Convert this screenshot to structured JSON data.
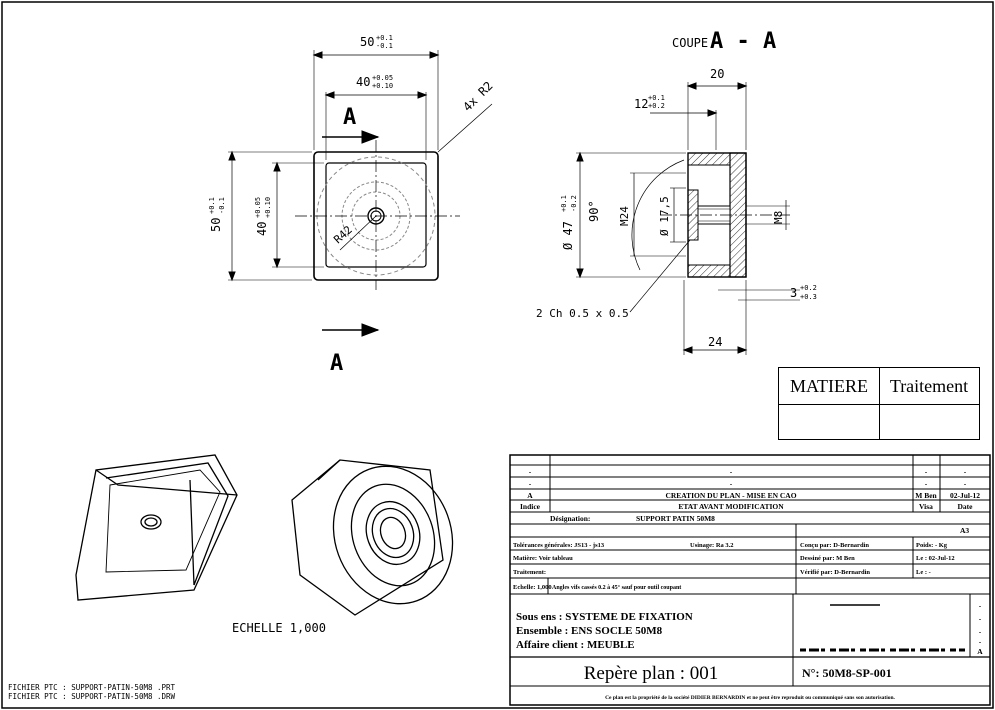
{
  "section_label": {
    "prefix": "COUPE",
    "name": "A - A"
  },
  "dims_top": {
    "width_outer": "50",
    "width_outer_tol": "+0.1\n-0.1",
    "width_inner": "40",
    "width_inner_tol": "+0.05\n+0.10",
    "corner": "4x R2"
  },
  "dims_top_left": {
    "height_outer": "50",
    "height_outer_tol": "+0.1\n-0.1",
    "height_inner": "40",
    "height_inner_tol": "+0.05\n+0.10",
    "radius": "R42"
  },
  "section_arrows": {
    "top": "A",
    "bottom": "A"
  },
  "dims_section": {
    "d20": "20",
    "d12": "12",
    "d12_tol": "+0.1\n+0.2",
    "diam47": "Ø 47",
    "diam47_tol": "+0.1\n-0.2",
    "angle": "90°",
    "m24": "M24",
    "diam17": "Ø 17,5",
    "m8": "M8",
    "d3": "3",
    "d3_tol": "+0.2\n+0.3",
    "chamfer": "2 Ch 0.5 x 0.5",
    "d24": "24"
  },
  "scale_note": "ECHELLE 1,000",
  "files": [
    "FICHIER PTC : SUPPORT-PATIN-50M8 .PRT",
    "FICHIER PTC : SUPPORT-PATIN-50M8 .DRW"
  ],
  "material_table": {
    "col1": "MATIERE",
    "col2": "Traitement"
  },
  "title_block": {
    "rev_rows": [
      {
        "indice": "-",
        "desc": "-",
        "visa": "-",
        "date": "-"
      },
      {
        "indice": "-",
        "desc": "-",
        "visa": "-",
        "date": "-"
      },
      {
        "indice": "A",
        "desc": "CREATION DU PLAN - MISE EN CAO",
        "visa": "M Ben",
        "date": "02-Jul-12"
      }
    ],
    "rev_header": {
      "indice": "Indice",
      "desc": "ETAT AVANT MODIFICATION",
      "visa": "Visa",
      "date": "Date"
    },
    "designation_label": "Désignation:",
    "designation_value": "SUPPORT PATIN 50M8",
    "format": "A3",
    "tolerances": "Tolérances générales: JS13 - js13",
    "usinage": "Usinage: Ra 3.2",
    "concu_par": "Conçu par:  D-Bernardin",
    "poids": "Poids:    -   Kg",
    "matiere": "Matière: Voir tableau",
    "dessine_par": "Dessiné par:   M Ben",
    "le1": "Le :  02-Jul-12",
    "traitement": "Traitement:",
    "verifie_par": "Vérifié par:   D-Bernardin",
    "le2": "Le :    -",
    "echelle": "Echelle:  1,000",
    "angles": "Angles vifs cassés 0.2 à 45° sauf pour outil coupant",
    "sous_ens": "Sous ens : SYSTEME DE FIXATION",
    "ensemble": "Ensemble : ENS SOCLE 50M8",
    "affaire": "Affaire client : MEUBLE",
    "repere": "Repère plan : 001",
    "numero": "N°: 50M8-SP-001",
    "footer": "Ce plan est la propriété de la société DIDIER BERNARDIN et ne peut être reproduit ou communiqué sans son autorisation.",
    "side_marks": [
      "-",
      "-",
      "-",
      "-",
      "A"
    ]
  }
}
